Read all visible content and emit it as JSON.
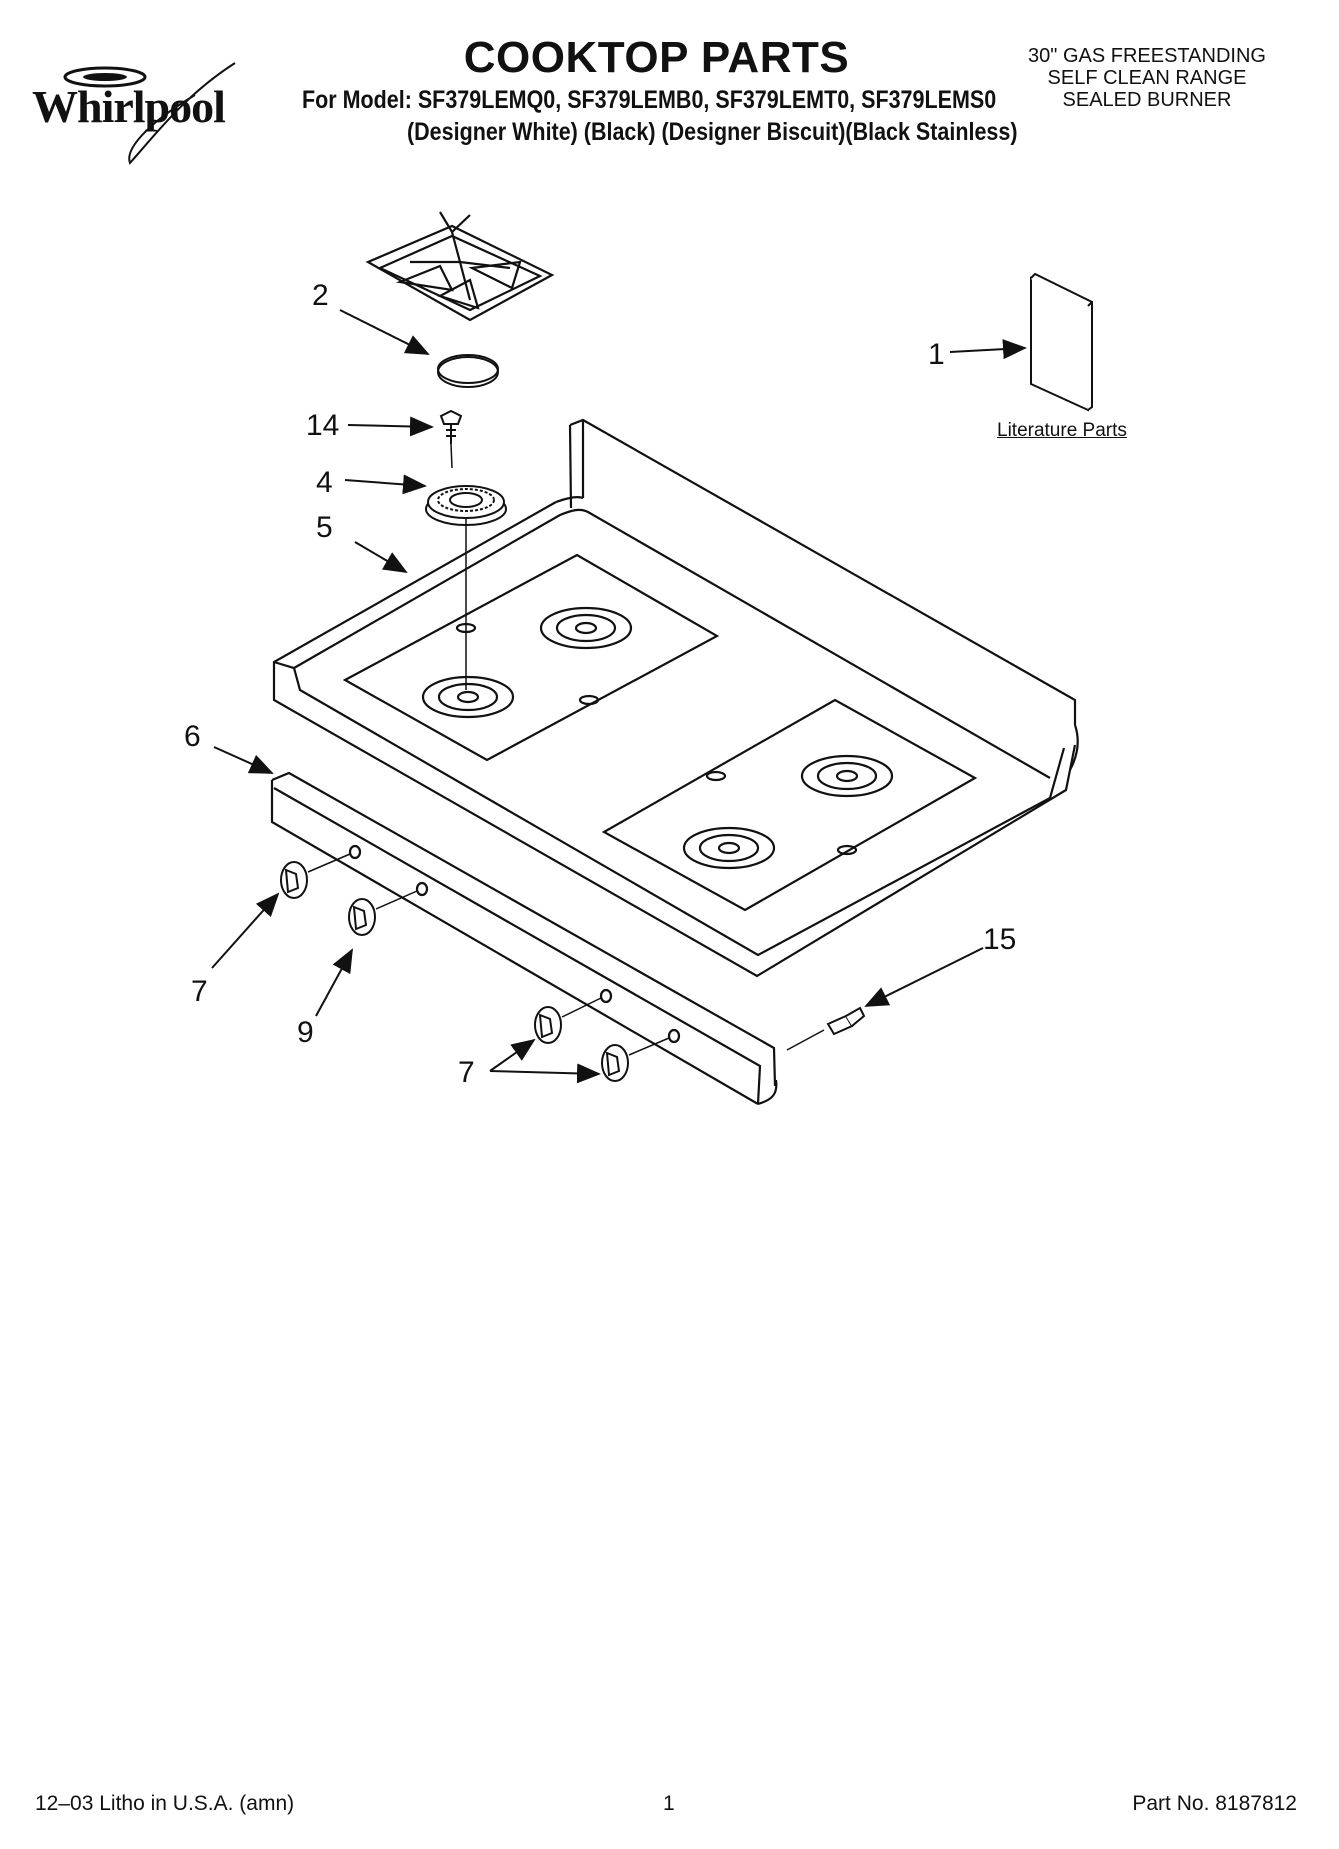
{
  "header": {
    "brand": "Whirlpool",
    "title": "COOKTOP PARTS",
    "models": "For Model: SF379LEMQ0, SF379LEMB0, SF379LEMT0, SF379LEMS0",
    "colors": "(Designer White)    (Black)    (Designer Biscuit)(Black Stainless)",
    "spec_lines": [
      "30\" GAS FREESTANDING",
      "SELF CLEAN RANGE",
      "SEALED BURNER"
    ]
  },
  "callouts": {
    "c1": "1",
    "c2": "2",
    "c14": "14",
    "c4": "4",
    "c5": "5",
    "c6": "6",
    "c7a": "7",
    "c9": "9",
    "c7b": "7",
    "c15": "15"
  },
  "literature_label": "Literature Parts",
  "footer": {
    "litho": "12–03 Litho in U.S.A. (amn)",
    "page": "1",
    "part_no": "Part No. 8187812"
  }
}
